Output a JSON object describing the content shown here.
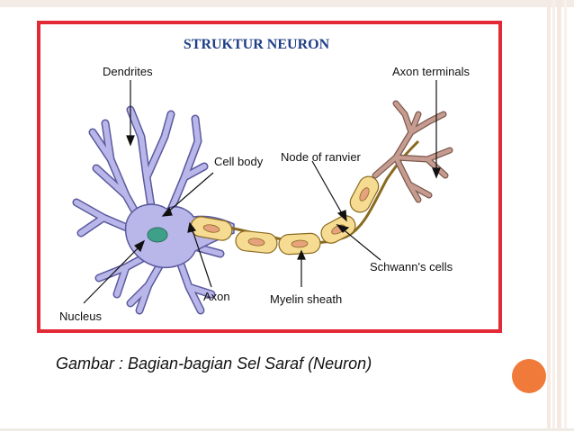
{
  "diagram": {
    "title": "STRUKTUR NEURON",
    "labels": {
      "dendrites": "Dendrites",
      "axon_terminals": "Axon terminals",
      "cell_body": "Cell body",
      "node_of_ranvier": "Node of ranvier",
      "schwanns_cells": "Schwann's cells",
      "axon": "Axon",
      "myelin_sheath": "Myelin sheath",
      "nucleus": "Nucleus"
    },
    "colors": {
      "frame_border": "#e22a36",
      "title": "#1f3f86",
      "cell_body_fill": "#b9b6ea",
      "cell_body_stroke": "#5b5a9e",
      "nucleus_fill": "#3fa08a",
      "myelin_fill": "#f6dc92",
      "myelin_stroke": "#8a6a20",
      "schwann_nucleus_fill": "#e5a27c",
      "axon_terminal_fill": "#c59c8f"
    }
  },
  "caption": "Gambar : Bagian-bagian Sel Saraf (Neuron)",
  "decor": {
    "accent_circle_color": "#ef7a3a"
  }
}
